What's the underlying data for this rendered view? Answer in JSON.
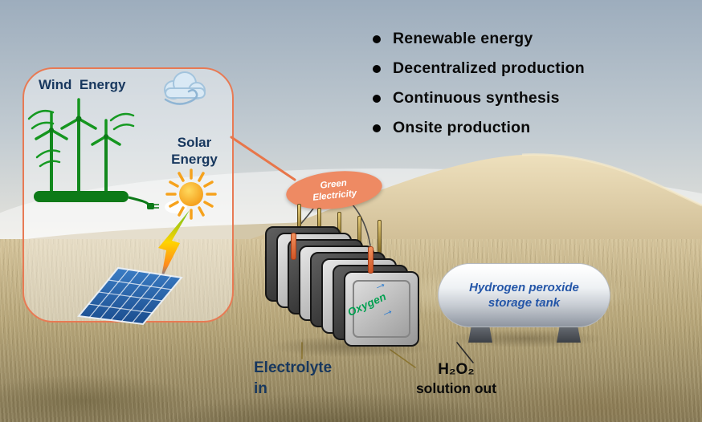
{
  "features": {
    "items": [
      {
        "label": "Renewable energy"
      },
      {
        "label": "Decentralized production"
      },
      {
        "label": "Continuous synthesis"
      },
      {
        "label": "Onsite production"
      }
    ]
  },
  "energy_box": {
    "wind_label": "Wind  Energy",
    "solar_label": "Solar\nEnergy"
  },
  "electricity_badge": {
    "label": "Green\nElectricity"
  },
  "electrolyzer": {
    "oxygen_label": "Oxygen",
    "flow_arrow_glyph": "→",
    "electrolyte_label": "Electrolyte\nin"
  },
  "tank": {
    "label": "Hydrogen peroxide\nstorage tank"
  },
  "output": {
    "formula": "H₂O₂",
    "caption": "solution out"
  },
  "colors": {
    "box_border_orange": "#e87a54",
    "electricity_badge_fill": "#ee8a63",
    "navy_text": "#17375e",
    "tank_text_blue": "#2456a8",
    "oxygen_green": "#00a050",
    "flow_arrow_blue": "#2b7bd0",
    "turbine_green": "#12881d",
    "sun_orange": "#f7a81f",
    "panel_blue": "#2e6fb0"
  }
}
